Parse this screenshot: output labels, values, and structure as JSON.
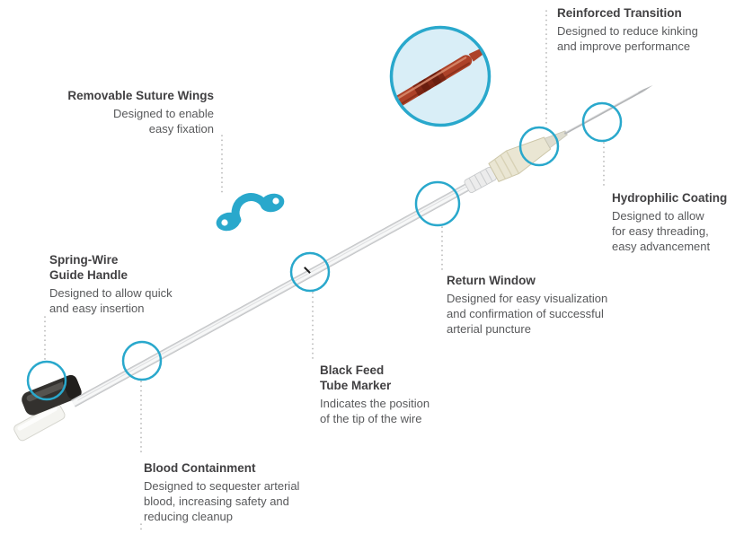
{
  "colors": {
    "accent": "#29a8cc",
    "title-text": "#414042",
    "body-text": "#58595b",
    "dashed-line": "#b2b2b2",
    "magnifier-fill": "#d9eef7",
    "catheter-red": "#ad4229",
    "hub-cream": "#eae6d3",
    "handle-dark": "#33312e"
  },
  "callouts": {
    "reinforced_transition": {
      "title": "Reinforced Transition",
      "description": "Designed to reduce kinking\nand improve performance"
    },
    "removable_suture_wings": {
      "title": "Removable Suture Wings",
      "description": "Designed to enable\neasy fixation"
    },
    "hydrophilic_coating": {
      "title": "Hydrophilic Coating",
      "description": "Designed to allow\nfor easy threading,\neasy advancement"
    },
    "spring_wire_guide_handle": {
      "title": "Spring-Wire\nGuide Handle",
      "description": "Designed to allow quick\nand easy insertion"
    },
    "return_window": {
      "title": "Return Window",
      "description": "Designed for easy visualization\nand confirmation of successful\narterial puncture"
    },
    "black_feed_tube_marker": {
      "title": "Black Feed\nTube Marker",
      "description": "Indicates the position\nof the tip of the wire"
    },
    "blood_containment": {
      "title": "Blood Containment",
      "description": "Designed to sequester arterial\nblood, increasing safety and\nreducing cleanup"
    }
  }
}
